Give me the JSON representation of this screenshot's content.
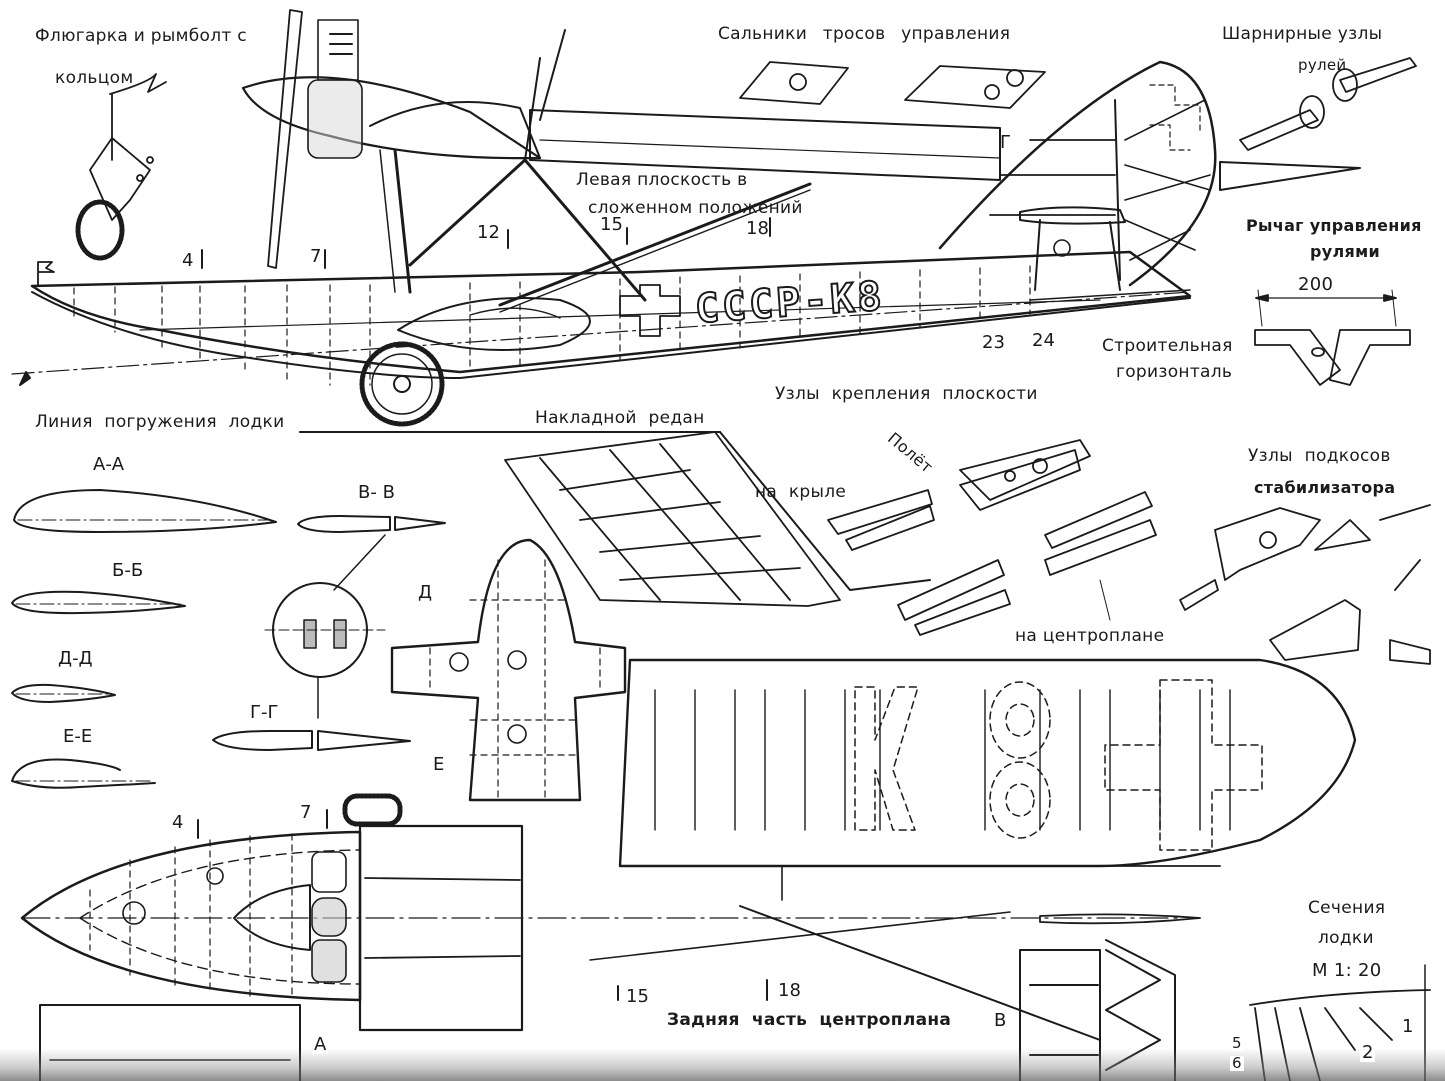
{
  "drawing": {
    "aircraft_registration": "СССР-К8",
    "plan_marking": "К8"
  },
  "labels": {
    "weathervane": "Флюгарка и рымболт с",
    "weathervane_2": "кольцом",
    "cable_glands": "Сальники тросов управления",
    "hinge_nodes": "Шарнирные узлы",
    "hinge_nodes_2": "рулей",
    "left_wing_folded": "Левая плоскость в",
    "left_wing_folded_2": "сложенном положений",
    "control_lever": "Рычаг управления",
    "control_lever_2": "рулями",
    "control_lever_dim": "200",
    "construction_horizontal": "Строительная",
    "construction_horizontal_2": "горизонталь",
    "waterline": "Линия погружения лодки",
    "step_overlay": "Накладной редан",
    "wing_mount_nodes": "Узлы крепления плоскости",
    "flight_direction": "Полёт",
    "on_wing": "на крыле",
    "on_center_section": "на центроплане",
    "stabilizer_strut_nodes": "Узлы подкосов",
    "stabilizer_strut_nodes_2": "стабилизатора",
    "hull_sections": "Сечения",
    "hull_sections_2": "лодки",
    "scale": "М 1: 20",
    "rear_center_section": "Задняя часть центроплана"
  },
  "section_labels": {
    "aa": "А-А",
    "bb": "Б-Б",
    "vv": "В- В",
    "gg": "Г-Г",
    "dd": "Д-Д",
    "ee": "Е-Е",
    "g_marker": "Г",
    "d_marker": "Д",
    "e_marker": "Е",
    "a_marker": "А",
    "v_marker": "В"
  },
  "station_numbers": {
    "side_4": "4",
    "side_7": "7",
    "side_12": "12",
    "side_15": "15",
    "side_18": "18",
    "side_23": "23",
    "side_24": "24",
    "plan_4": "4",
    "plan_7": "7",
    "plan_15": "15",
    "plan_18": "18",
    "hull_sec_1": "1",
    "hull_sec_2": "2",
    "hull_sec_5": "5",
    "hull_sec_6": "6"
  },
  "colors": {
    "ink": "#1b1b1b",
    "paper": "#ffffff",
    "shade": "#5a5a5a"
  }
}
